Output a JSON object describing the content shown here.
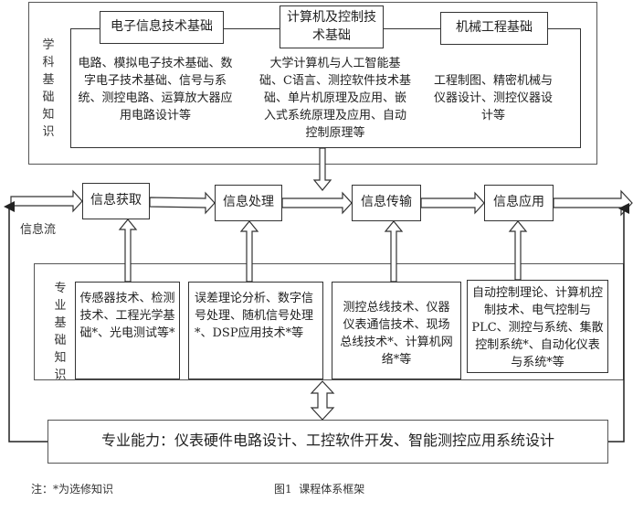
{
  "figure": {
    "caption": "图1  课程体系框架",
    "note": "注：*为选修知识"
  },
  "disciplinary_foundation": {
    "label_chars": [
      "学",
      "科",
      "基",
      "础",
      "知",
      "识"
    ],
    "areas": [
      {
        "title": "电子信息技术基础",
        "content": "电路、模拟电子技术基础、数字电子技术基础、信号与系统、测控电路、运算放大器应用电路设计等"
      },
      {
        "title": "计算机及控制技术基础",
        "content": "大学计算机与人工智能基础、C语言、测控软件技术基础、单片机原理及应用、嵌入式系统原理及应用、自动控制原理等"
      },
      {
        "title": "机械工程基础",
        "content": "工程制图、精密机械与仪器设计、测控仪器设计等"
      }
    ]
  },
  "information_flow": {
    "label": "信息流",
    "stages": [
      "信息获取",
      "信息处理",
      "信息传输",
      "信息应用"
    ]
  },
  "professional_foundation": {
    "label_chars": [
      "专",
      "业",
      "基",
      "础",
      "知",
      "识"
    ],
    "courses": [
      "传感器技术、检测技术、工程光学基础*、光电测试等*",
      "误差理论分析、数字信号处理、随机信号处理*、DSP应用技术*等",
      "测控总线技术、仪器仪表通信技术、现场总线技术*、计算机网络*等",
      "自动控制理论、计算机控制技术、电气控制与PLC、测控与系统、集散控制系统*、自动化仪表与系统*等"
    ]
  },
  "professional_ability": {
    "text": "专业能力：仪表硬件电路设计、工控软件开发、智能测控应用系统设计"
  },
  "colors": {
    "line": "#333333",
    "background": "#ffffff",
    "text": "#222222"
  }
}
